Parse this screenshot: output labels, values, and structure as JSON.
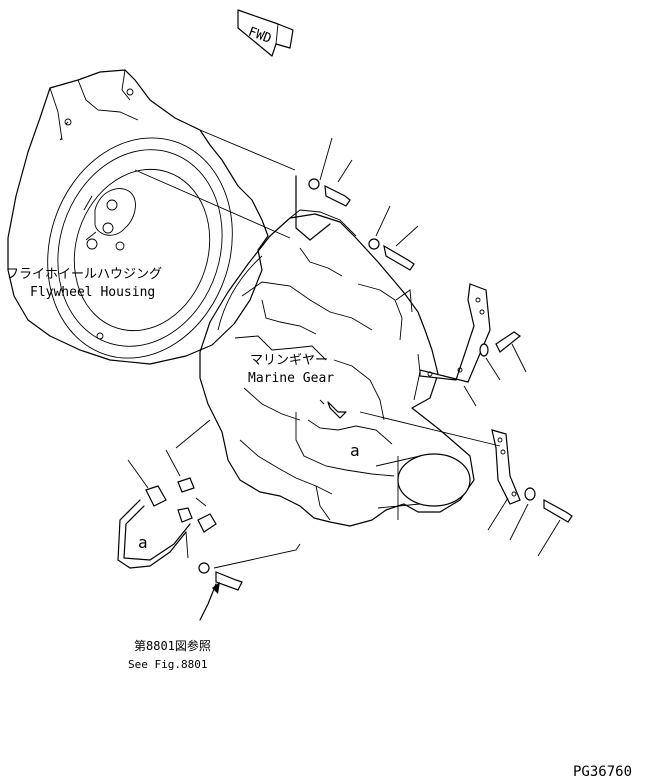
{
  "diagram": {
    "fwd_label": "FWD",
    "flywheel_housing": {
      "label_jp": "フライホイールハウジング",
      "label_en": "Flywheel Housing"
    },
    "marine_gear": {
      "label_jp": "マリンギヤー",
      "label_en": "Marine Gear"
    },
    "connector_ref_left": "a",
    "connector_ref_gear": "a",
    "reference": {
      "label_jp": "第8801図参照",
      "label_en": "See Fig.8801"
    },
    "figure_id": "PG36760"
  }
}
